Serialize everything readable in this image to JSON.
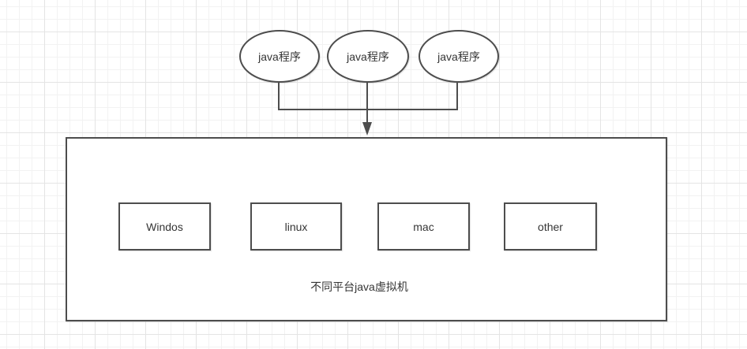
{
  "diagram": {
    "title_hint": "java cross-platform diagram",
    "program_nodes": [
      {
        "label": "java程序"
      },
      {
        "label": "java程序"
      },
      {
        "label": "java程序"
      }
    ],
    "vm_container": {
      "caption": "不同平台java虚拟机",
      "platform_boxes": [
        {
          "label": "Windos"
        },
        {
          "label": "linux"
        },
        {
          "label": "mac"
        },
        {
          "label": "other"
        }
      ]
    },
    "colors": {
      "stroke": "#4d4d4d",
      "text": "#353535",
      "fill": "#ffffff",
      "grid_minor": "#f2f2f2",
      "grid_major": "#e4e4e4"
    }
  }
}
